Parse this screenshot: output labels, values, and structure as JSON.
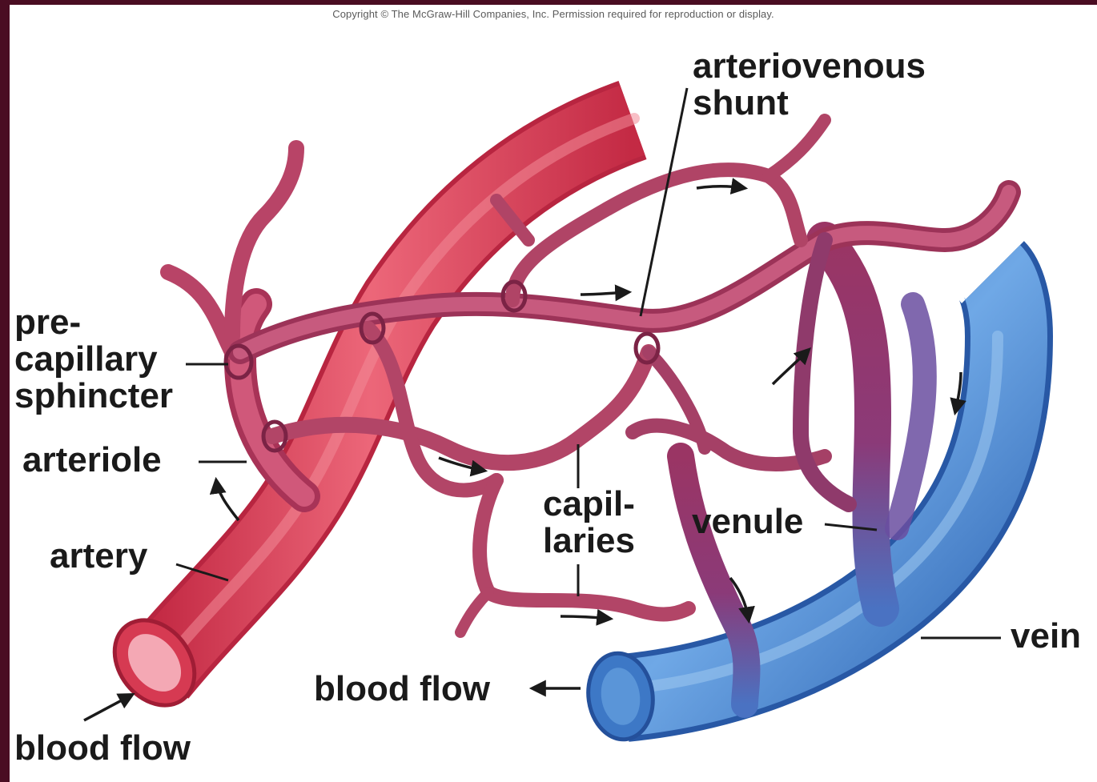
{
  "copyright": "Copyright © The McGraw-Hill Companies, Inc. Permission required for reproduction or display.",
  "labels": {
    "arteriovenous_shunt": [
      "arteriovenous",
      "shunt"
    ],
    "precapillary_sphincter": [
      "pre-",
      "capillary",
      "sphincter"
    ],
    "arteriole": "arteriole",
    "artery": "artery",
    "capillaries": [
      "capil-",
      "laries"
    ],
    "venule": "venule",
    "vein": "vein",
    "blood_flow_bottom": "blood flow",
    "blood_flow_middle": "blood flow"
  },
  "colors": {
    "frame": "#4a0d22",
    "artery": "#e8485e",
    "artery_dark": "#c42a44",
    "arteriole": "#c34565",
    "capillary": "#b54463",
    "venule": "#8e3561",
    "vein": "#4f8fd4",
    "vein_dark": "#2f66b4"
  }
}
